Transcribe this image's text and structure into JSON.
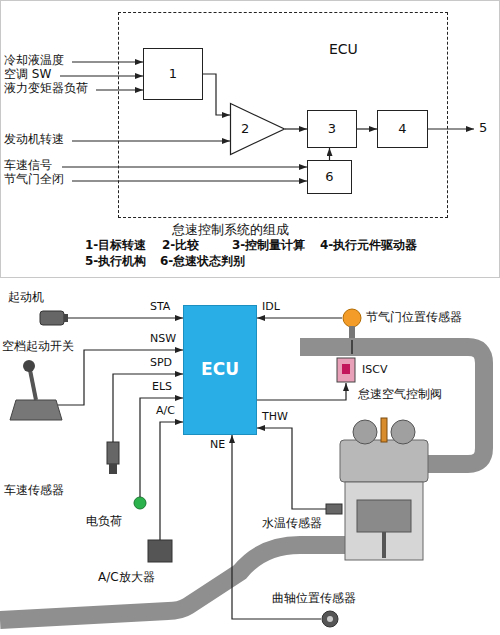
{
  "diagram": {
    "caption": "怠速控制系统的组成",
    "nodes": [
      {
        "text": [
          "ECU"
        ]
      },
      {
        "text": [
          "1"
        ],
        "in": 0
      },
      {
        "text": [
          "2"
        ],
        "in": 0
      },
      {
        "text": [
          "3"
        ],
        "in": 0
      },
      {
        "text": [
          "4"
        ],
        "in": 0
      },
      {
        "text": [
          "6"
        ],
        "in": 0
      },
      {
        "text": [
          "ECU"
        ]
      }
    ],
    "edges": [
      {
        "from": 1,
        "to": 2,
        "arrow": "to"
      },
      {
        "from": 2,
        "to": 3,
        "arrow": "to"
      },
      {
        "from": 3,
        "to": 4,
        "arrow": "to"
      },
      {
        "from": 5,
        "to": 3,
        "arrow": "to"
      }
    ],
    "labels": [
      "冷却液温度",
      "空调 SW",
      "液力变矩器负荷",
      "发动机转速",
      "车速信号",
      "节气门全闭",
      "5",
      "1-目标转速",
      "2-比较",
      "3-控制量计算",
      "4-执行元件驱动器",
      "5-执行机构",
      "6-怠速状态判别",
      "起动机",
      "STA",
      "IDL",
      "节气门位置传感器",
      "空档起动开关",
      "NSW",
      "SPD",
      "ELS",
      "ISCV",
      "怠速空气控制阀",
      "A/C",
      "THW",
      "NE",
      "车速传感器",
      "电负荷",
      "水温传感器",
      "A/C放大器",
      "曲轴位置传感器"
    ]
  }
}
